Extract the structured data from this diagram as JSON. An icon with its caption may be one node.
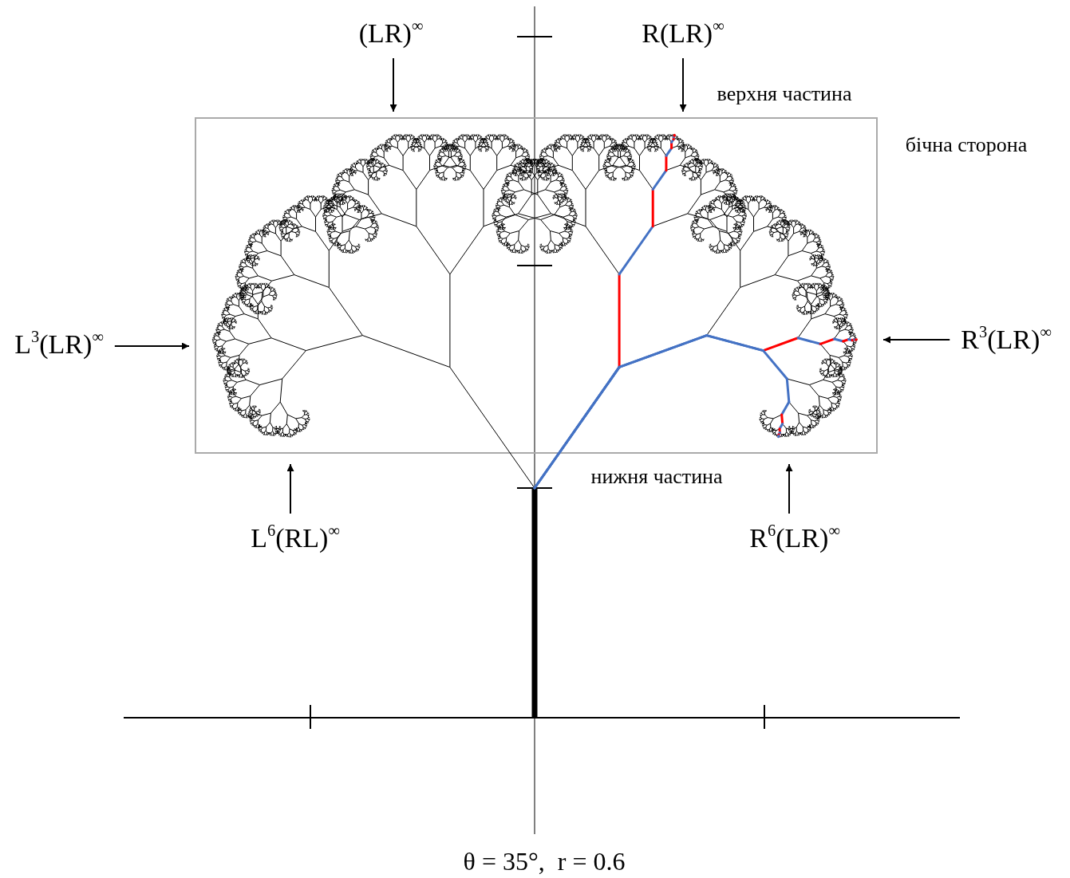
{
  "diagram": {
    "caption": "θ = 35°,  r = 0.6",
    "nodes": [
      {
        "text": [
          "(LR)$^{∞}$"
        ]
      },
      {
        "text": [
          "R(LR)$^{∞}$"
        ]
      },
      {
        "text": [
          "L$^{3}$(LR)$^{∞}$"
        ]
      },
      {
        "text": [
          "R$^{3}$(LR)$^{∞}$"
        ]
      },
      {
        "text": [
          "L$^{6}$(RL)$^{∞}$"
        ]
      },
      {
        "text": [
          "R$^{6}$(LR)$^{∞}$"
        ]
      }
    ],
    "edges": [
      {
        "from": 0,
        "to": null,
        "arrow": "to"
      },
      {
        "from": 1,
        "to": null,
        "arrow": "to"
      },
      {
        "from": 2,
        "to": null,
        "arrow": "to"
      },
      {
        "from": 3,
        "to": null,
        "arrow": "to"
      },
      {
        "from": 4,
        "to": null,
        "arrow": "to"
      },
      {
        "from": 5,
        "to": null,
        "arrow": "to"
      }
    ],
    "labels": [
      "верхня частина",
      "бічна сторона",
      "нижня частина"
    ]
  }
}
